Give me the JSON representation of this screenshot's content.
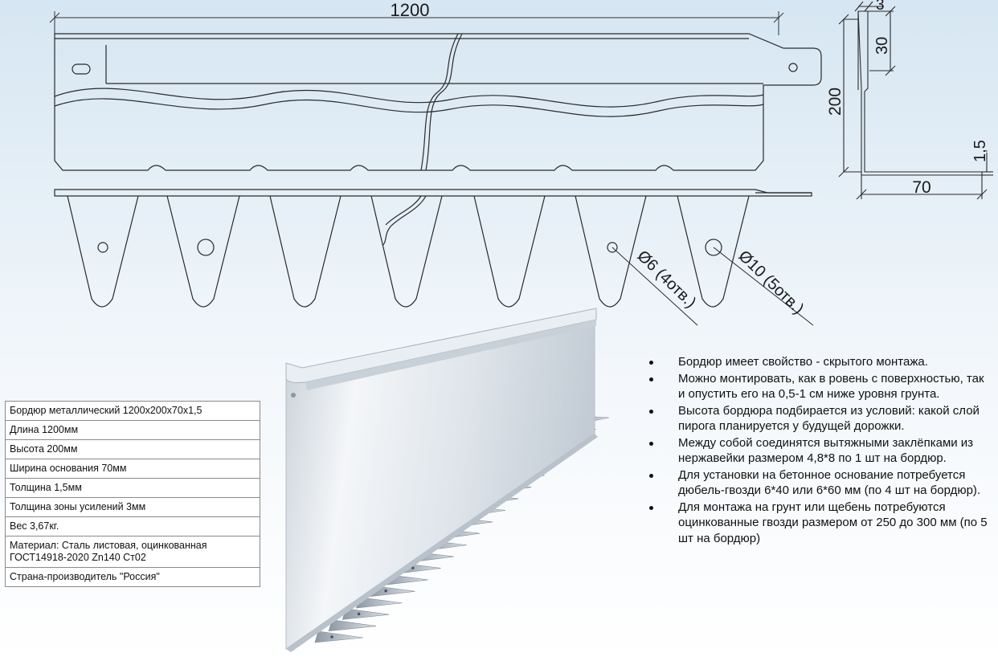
{
  "dimensions": {
    "length": "1200",
    "height": "200",
    "base_width": "70",
    "thickness": "1,5",
    "reinforcement_height": "30",
    "reinforcement_thickness": "3",
    "hole_small": "Ø6 (4отв.)",
    "hole_large": "Ø10 (5отв.)"
  },
  "spec_table": [
    "Бордюр металлический 1200х200х70х1,5",
    "Длина 1200мм",
    "Высота 200мм",
    "Ширина основания 70мм",
    "Толщина 1,5мм",
    "Толщина зоны усилений 3мм",
    "Вес 3,67кг.",
    "Материал: Сталь листовая, оцинкованная ГОСТ14918-2020 Zn140 Ст02",
    "Страна-производитель \"Россия\""
  ],
  "notes": [
    "Бордюр имеет свойство - скрытого монтажа.",
    "Можно монтировать, как в ровень с поверхностью, так и опустить его на 0,5-1 см ниже уровня грунта.",
    "Высота бордюра подбирается из условий: какой слой пирога планируется у будущей дорожки.",
    "Между собой соединятся вытяжными заклёпками из нержавейки размером 4,8*8 по 1 шт на бордюр.",
    "Для установки на бетонное основание потребуется дюбель-гвозди 6*40 или 6*60 мм (по 4 шт на бордюр).",
    "Для монтажа на грунт или щебень потребуются оцинкованные гвозди размером от 250 до 300 мм (по 5 шт на бордюр)"
  ],
  "colors": {
    "line": "#2a2a2a",
    "metal_light": "#eef2f6",
    "metal_dark": "#9aa6b2"
  }
}
